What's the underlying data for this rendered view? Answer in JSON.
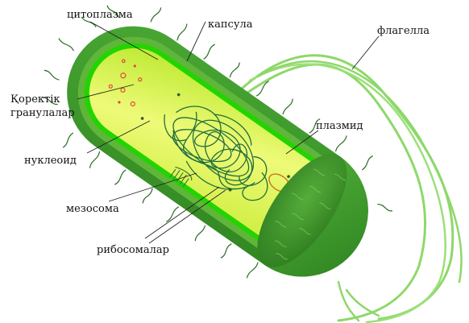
{
  "labels": {
    "cytoplasm": "цитоплазма",
    "capsule": "капсула",
    "flagella": "флагелла",
    "granules_line1": "Қоректік",
    "granules_line2": "гранулалар",
    "plasmid": "плазмид",
    "nucleoid": "нуклеоид",
    "mesosome": "мезосома",
    "ribosomes": "рибосомалар"
  },
  "colors": {
    "capsule_outer": "#3f9a2c",
    "capsule_dark": "#2d7a1f",
    "cell_wall": "#6fc43a",
    "membrane": "#22d400",
    "cytoplasm": "#c9ee2f",
    "cytoplasm_light": "#f2fb8a",
    "nucleoid": "#1f6e3c",
    "flagellum": "#8ed86a",
    "granule": "#e0463c",
    "plasmid": "#c8741e"
  }
}
